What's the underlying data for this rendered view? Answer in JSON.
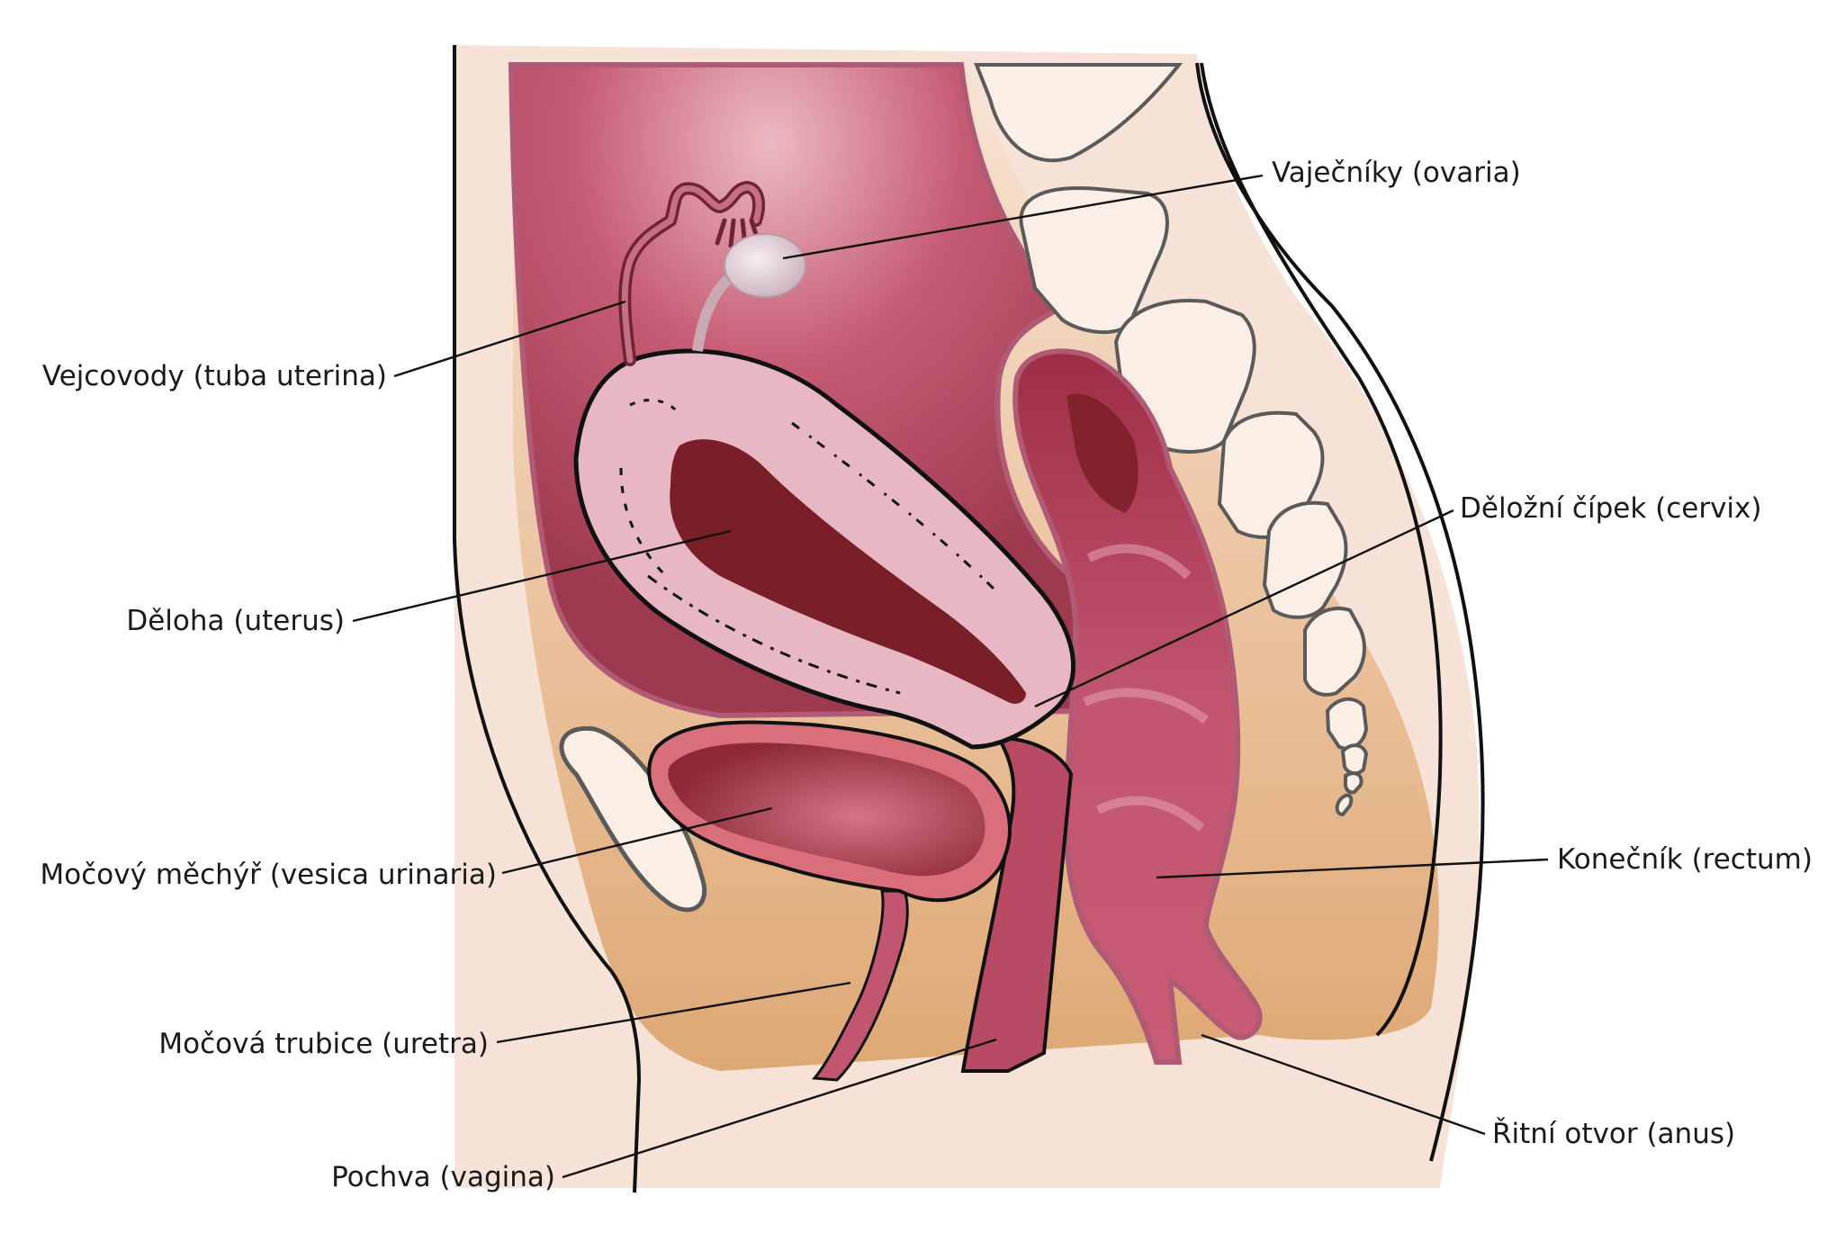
{
  "labels": {
    "ovaria": "Vaječníky (ovaria)",
    "tuba": "Vejcovody (tuba uterina)",
    "cervix": "Děložní čípek (cervix)",
    "uterus": "Děloha (uterus)",
    "rectum": "Konečník (rectum)",
    "bladder": "Močový měchýř (vesica urinaria)",
    "uretra": "Močová trubice (uretra)",
    "anus": "Řitní otvor (anus)",
    "vagina": "Pochva (vagina)"
  },
  "colors": {
    "skin": "#f6e2d6",
    "tissue": "#e2ad7e",
    "cavity": "#a83e55",
    "uterus_wall": "#e7b8c3",
    "organ_inner": "#7a1e27",
    "bone": "#fbeee4"
  }
}
